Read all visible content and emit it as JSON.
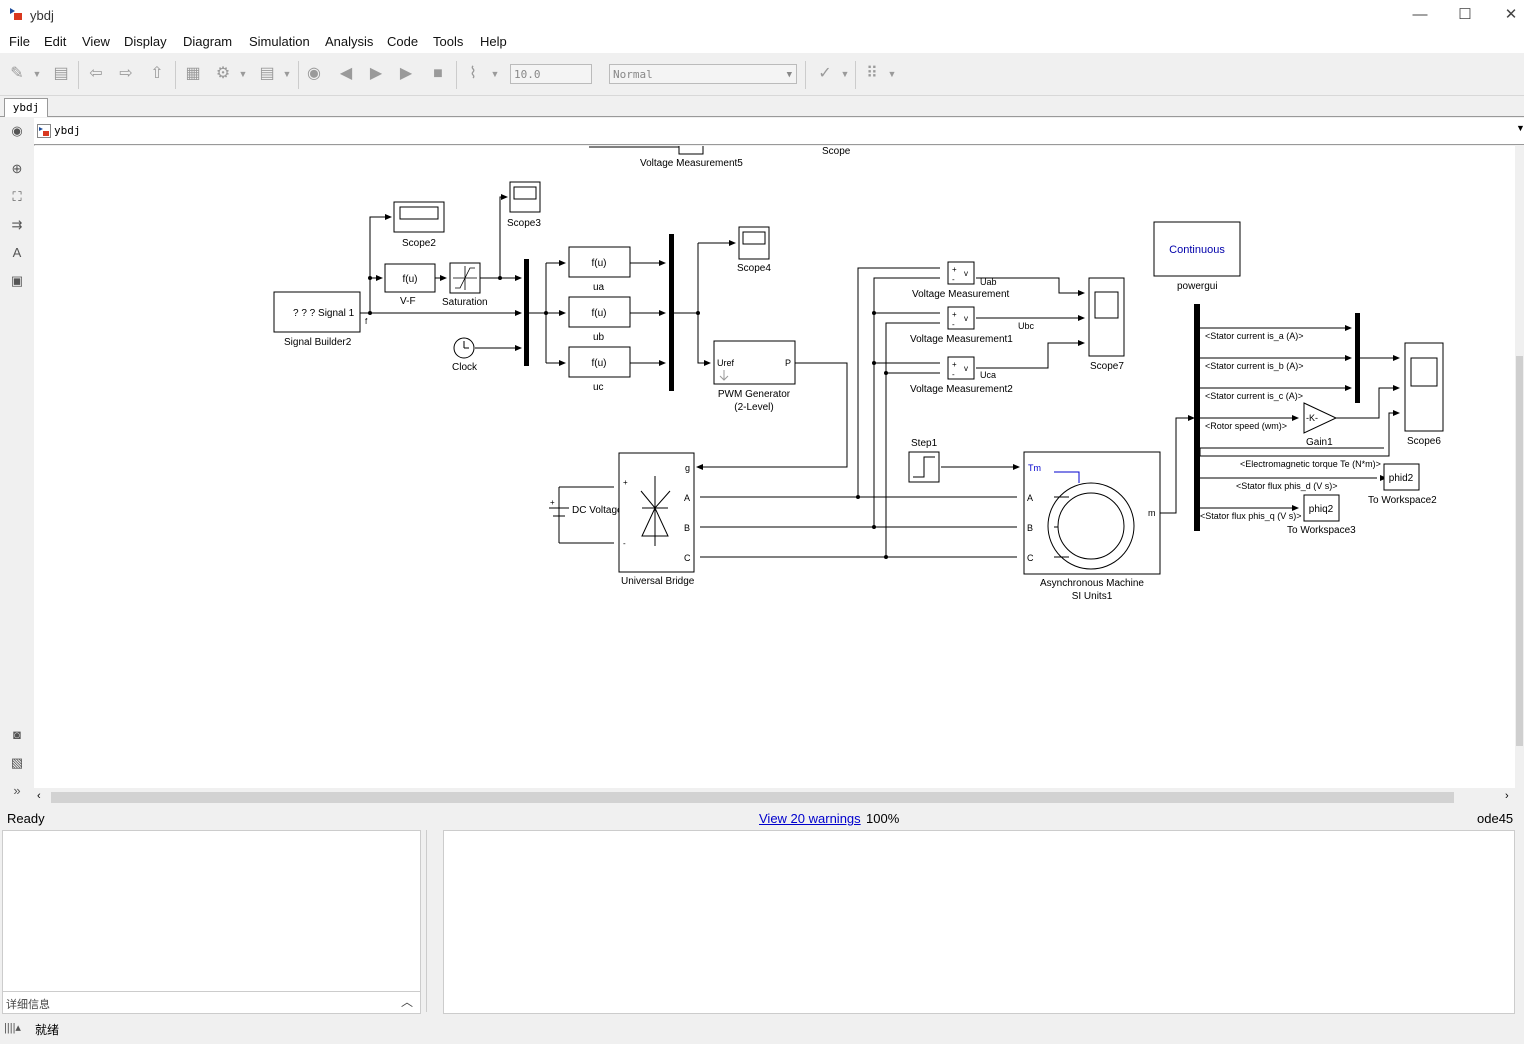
{
  "window": {
    "title": "ybdj",
    "minimize": "—",
    "maximize": "☐",
    "close": "✕"
  },
  "menu": [
    "File",
    "Edit",
    "View",
    "Display",
    "Diagram",
    "Simulation",
    "Analysis",
    "Code",
    "Tools",
    "Help"
  ],
  "toolbar": {
    "stop_time": "10.0",
    "sim_mode": "Normal"
  },
  "tab": "ybdj",
  "address": "ybdj",
  "diagram": {
    "blocks": {
      "scope_top": "Scope",
      "vm5": "Voltage Measurement5",
      "scope2": "Scope2",
      "scope3": "Scope3",
      "scope4": "Scope4",
      "scope6": "Scope6",
      "scope7": "Scope7",
      "fu": "f(u)",
      "vf": "V-F",
      "saturation": "Saturation",
      "signal_builder_body": "? ? ?  Signal 1",
      "signal_builder": "Signal Builder2",
      "port_f": "f",
      "clock": "Clock",
      "ua": "ua",
      "ub": "ub",
      "uc": "uc",
      "uref": "Uref",
      "port_p": "P",
      "pwm1": "PWM Generator",
      "pwm2": "(2-Level)",
      "vm": "Voltage Measurement",
      "vm1": "Voltage Measurement1",
      "vm2": "Voltage Measurement2",
      "uab": "Uab",
      "ubc": "Ubc",
      "uca": "Uca",
      "vm_plus": "+",
      "vm_minus": "-",
      "vm_v": "v",
      "continuous": "Continuous",
      "powergui": "powergui",
      "sig_ia": "<Stator current is_a (A)>",
      "sig_ib": "<Stator current is_b (A)>",
      "sig_ic": "<Stator current is_c (A)>",
      "sig_wm": "<Rotor speed (wm)>",
      "sig_te": "<Electromagnetic torque Te (N*m)>",
      "sig_phid": "<Stator flux phis_d (V s)>",
      "sig_phiq": "<Stator flux phis_q (V s)>",
      "gain_body": "-K-",
      "gain1": "Gain1",
      "phid2": "phid2",
      "phiq2": "phiq2",
      "tw2": "To Workspace2",
      "tw3": "To Workspace3",
      "step1": "Step1",
      "dc_source": "DC Voltage Source",
      "dc_plus": "+",
      "dc_minus": "-",
      "bridge": "Universal Bridge",
      "port_g": "g",
      "port_a": "A",
      "port_b": "B",
      "port_c": "C",
      "port_tm": "Tm",
      "port_m": "m",
      "async1": "Asynchronous Machine",
      "async2": "SI Units1"
    }
  },
  "status": {
    "left": "Ready",
    "warnings": "View 20 warnings",
    "zoom": "100%",
    "solver": "ode45"
  },
  "panels": {
    "details_label": "详细信息",
    "bottom_status": "就绪"
  },
  "colors": {
    "link": "#0000cc",
    "continuous_text": "#0000aa",
    "tm_port": "#0000cc"
  }
}
